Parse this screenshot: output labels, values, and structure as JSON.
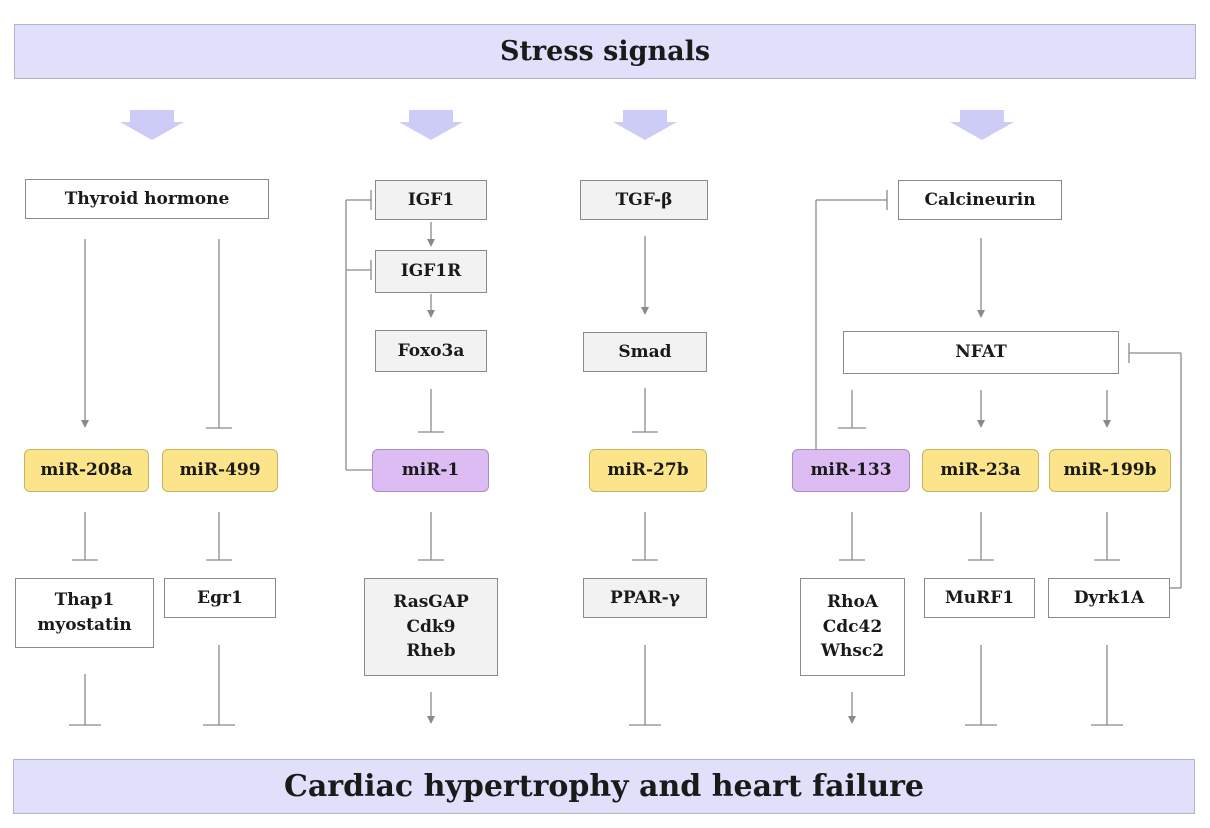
{
  "colors": {
    "banner_fill": "#e0e0fb",
    "arrow_fill": "#ccccf7",
    "mirna_yellow": "#fbe48a",
    "mirna_purple": "#dcbcf3",
    "edge": "#8a8a8a"
  },
  "banners": {
    "top": "Stress signals",
    "bottom": "Cardiac hypertrophy and heart failure"
  },
  "nodes": {
    "thyroid_hormone": "Thyroid hormone",
    "igf1": "IGF1",
    "igf1r": "IGF1R",
    "foxo3a": "Foxo3a",
    "tgf_beta": "TGF-β",
    "smad": "Smad",
    "calcineurin": "Calcineurin",
    "nfat": "NFAT",
    "mir_208a": "miR-208a",
    "mir_499": "miR-499",
    "mir_1": "miR-1",
    "mir_27b": "miR-27b",
    "mir_133": "miR-133",
    "mir_23a": "miR-23a",
    "mir_199b": "miR-199b",
    "thap1_myostatin": "Thap1\nmyostatin",
    "egr1": "Egr1",
    "rasgap_cdk9_rheb": "RasGAP\nCdk9\nRheb",
    "ppar_gamma": "PPAR-γ",
    "rhoa_cdc42_whsc2": "RhoA\nCdc42\nWhsc2",
    "murf1": "MuRF1",
    "dyrk1a": "Dyrk1A"
  },
  "edges": [
    {
      "from": "stress_signals",
      "to": "column_1",
      "type": "stimulus"
    },
    {
      "from": "stress_signals",
      "to": "column_2",
      "type": "stimulus"
    },
    {
      "from": "stress_signals",
      "to": "column_3",
      "type": "stimulus"
    },
    {
      "from": "stress_signals",
      "to": "column_4",
      "type": "stimulus"
    },
    {
      "from": "thyroid_hormone",
      "to": "mir_208a",
      "type": "activates"
    },
    {
      "from": "thyroid_hormone",
      "to": "mir_499",
      "type": "inhibits"
    },
    {
      "from": "igf1",
      "to": "igf1r",
      "type": "activates"
    },
    {
      "from": "igf1r",
      "to": "foxo3a",
      "type": "activates"
    },
    {
      "from": "foxo3a",
      "to": "mir_1",
      "type": "inhibits"
    },
    {
      "from": "mir_1",
      "to": "igf1",
      "type": "inhibits"
    },
    {
      "from": "mir_1",
      "to": "igf1r",
      "type": "inhibits"
    },
    {
      "from": "tgf_beta",
      "to": "smad",
      "type": "activates"
    },
    {
      "from": "smad",
      "to": "mir_27b",
      "type": "inhibits"
    },
    {
      "from": "calcineurin",
      "to": "nfat",
      "type": "activates"
    },
    {
      "from": "nfat",
      "to": "mir_133",
      "type": "inhibits"
    },
    {
      "from": "nfat",
      "to": "mir_23a",
      "type": "activates"
    },
    {
      "from": "nfat",
      "to": "mir_199b",
      "type": "activates"
    },
    {
      "from": "mir_133",
      "to": "calcineurin",
      "type": "inhibits"
    },
    {
      "from": "dyrk1a",
      "to": "nfat",
      "type": "inhibits"
    },
    {
      "from": "mir_208a",
      "to": "thap1_myostatin",
      "type": "inhibits"
    },
    {
      "from": "mir_499",
      "to": "egr1",
      "type": "inhibits"
    },
    {
      "from": "mir_1",
      "to": "rasgap_cdk9_rheb",
      "type": "inhibits"
    },
    {
      "from": "mir_27b",
      "to": "ppar_gamma",
      "type": "inhibits"
    },
    {
      "from": "mir_133",
      "to": "rhoa_cdc42_whsc2",
      "type": "inhibits"
    },
    {
      "from": "mir_23a",
      "to": "murf1",
      "type": "inhibits"
    },
    {
      "from": "mir_199b",
      "to": "dyrk1a",
      "type": "inhibits"
    },
    {
      "from": "thap1_myostatin",
      "to": "cardiac_hypertrophy",
      "type": "inhibits"
    },
    {
      "from": "egr1",
      "to": "cardiac_hypertrophy",
      "type": "inhibits"
    },
    {
      "from": "rasgap_cdk9_rheb",
      "to": "cardiac_hypertrophy",
      "type": "activates"
    },
    {
      "from": "ppar_gamma",
      "to": "cardiac_hypertrophy",
      "type": "inhibits"
    },
    {
      "from": "rhoa_cdc42_whsc2",
      "to": "cardiac_hypertrophy",
      "type": "activates"
    },
    {
      "from": "murf1",
      "to": "cardiac_hypertrophy",
      "type": "inhibits"
    },
    {
      "from": "dyrk1a",
      "to": "cardiac_hypertrophy",
      "type": "inhibits"
    }
  ]
}
